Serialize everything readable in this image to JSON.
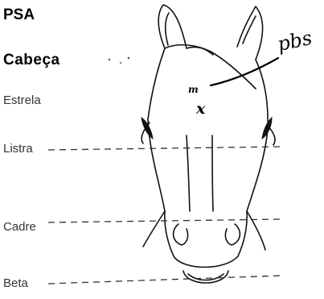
{
  "form": {
    "title": "PSA",
    "section": "Cabeça",
    "labels": {
      "estrela": "Estrela",
      "listra": "Listra",
      "cadre": "Cadre",
      "beta": "Beta"
    }
  },
  "handwriting": {
    "pbs": "pbs",
    "m": "m",
    "x_mark": "x"
  }
}
